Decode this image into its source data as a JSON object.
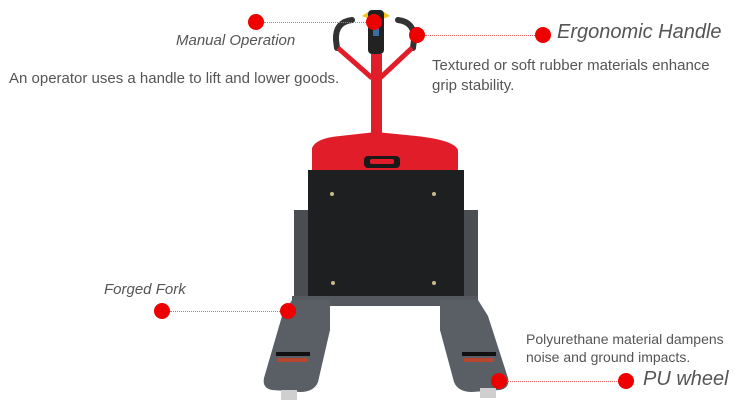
{
  "colors": {
    "accent_dot": "#ee0000",
    "leader_line": "#e46a6a",
    "text": "#555555",
    "truck_red": "#e11d2a",
    "truck_body": "#2a2a2a",
    "fork_grey": "#5a5f66"
  },
  "product": {
    "name": "electric-pallet-truck"
  },
  "callouts": [
    {
      "id": "manual-operation",
      "title": "Manual Operation",
      "description": "An operator uses a handle to lift and lower goods."
    },
    {
      "id": "ergonomic-handle",
      "title": "Ergonomic Handle",
      "description_lines": [
        "Textured or soft rubber materials enhance",
        "grip stability."
      ]
    },
    {
      "id": "forged-fork",
      "title": "Forged Fork"
    },
    {
      "id": "pu-wheel",
      "title": "PU wheel",
      "description_lines": [
        "Polyurethane material dampens",
        "noise and ground impacts."
      ]
    }
  ]
}
